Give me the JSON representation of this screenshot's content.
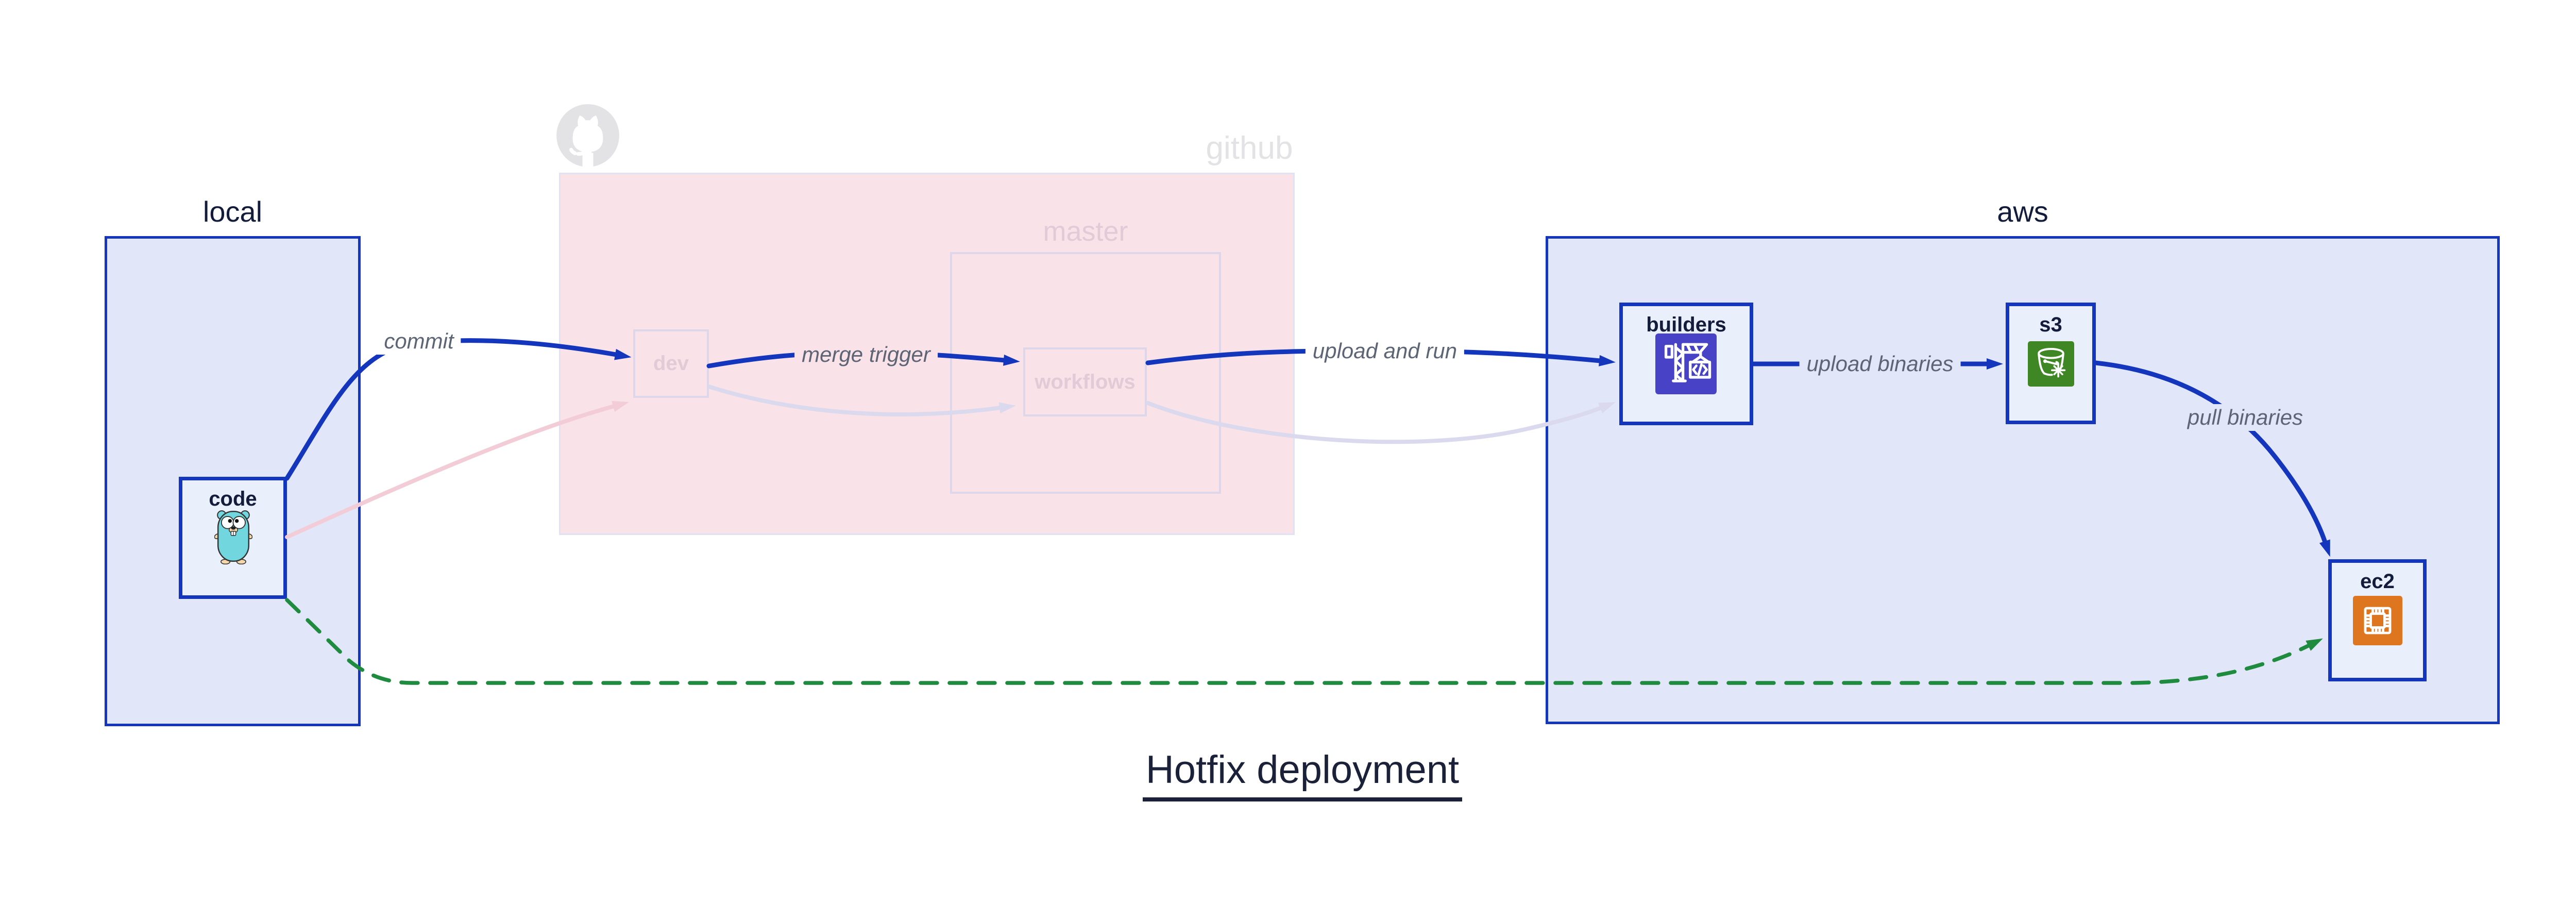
{
  "title": "Hotfix deployment",
  "regions": {
    "local": {
      "label": "local"
    },
    "github": {
      "label": "github",
      "master": {
        "label": "master"
      }
    },
    "aws": {
      "label": "aws"
    }
  },
  "nodes": {
    "code": {
      "label": "code",
      "icon": "go-gopher-icon"
    },
    "dev": {
      "label": "dev"
    },
    "workflows": {
      "label": "workflows"
    },
    "builders": {
      "label": "builders",
      "icon": "codebuild-crane-icon"
    },
    "s3": {
      "label": "s3",
      "icon": "s3-bucket-snowflake-icon"
    },
    "ec2": {
      "label": "ec2",
      "icon": "ec2-chip-icon"
    }
  },
  "edges": {
    "commit": {
      "label": "commit"
    },
    "merge_trigger": {
      "label": "merge trigger"
    },
    "upload_and_run": {
      "label": "upload and run"
    },
    "upload_binaries": {
      "label": "upload binaries"
    },
    "pull_binaries": {
      "label": "pull binaries"
    }
  },
  "colors": {
    "accent_blue": "#1336bd",
    "region_fill": "#e1e7f8",
    "node_fill": "#eaeffc",
    "github_fill": "#f9e3e9",
    "github_border": "#dfe3f3",
    "faded_border": "#ded7e9",
    "faded_text": "#e0cbd7",
    "faded_pink_arrow": "#f2cdd8",
    "faded_lavender_arrow": "#dbd9ee",
    "green": "#1f8b3e",
    "label_gray": "#5d6575",
    "dark_text": "#131c3b",
    "ghost_gray": "#e3e3e6",
    "codebuild": "#4843c6",
    "s3_green": "#3f8624",
    "ec2_orange": "#de7620",
    "gopher_teal": "#72d6de",
    "gopher_tan": "#f6d7a8"
  }
}
